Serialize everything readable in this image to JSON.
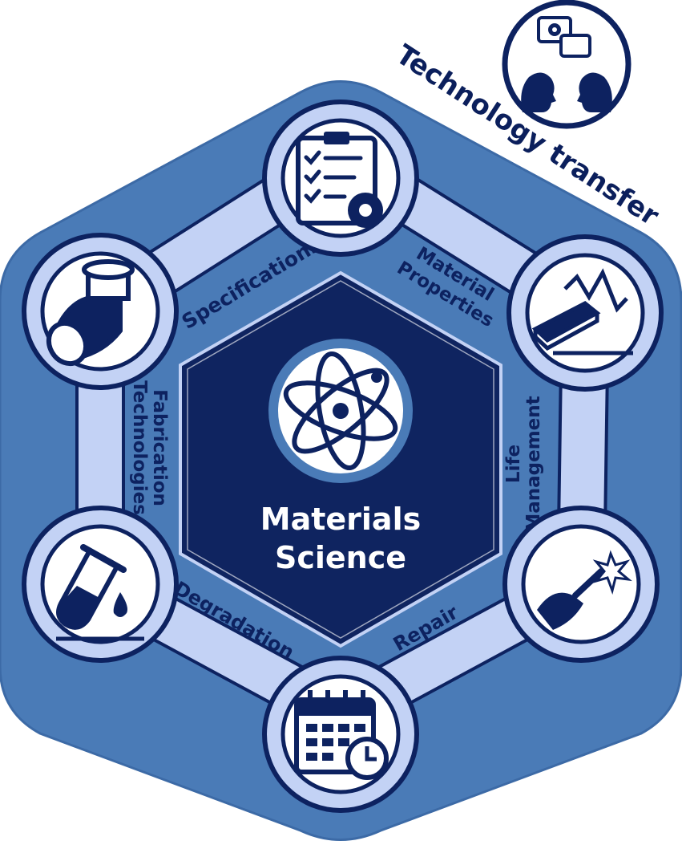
{
  "center": {
    "line1": "Materials",
    "line2": "Science",
    "icon": "atom-icon"
  },
  "nodes": [
    {
      "id": "specifications",
      "icon": "checklist-gear-icon"
    },
    {
      "id": "material-properties",
      "icon": "beam-stress-chart-icon"
    },
    {
      "id": "life-management",
      "icon": "welding-torch-icon"
    },
    {
      "id": "repair",
      "icon": "calendar-clock-icon"
    },
    {
      "id": "degradation",
      "icon": "test-tube-drip-icon"
    },
    {
      "id": "fabrication",
      "icon": "pipe-fitting-icon"
    }
  ],
  "connectors": {
    "specifications": "Specifications",
    "material_properties_1": "Material",
    "material_properties_2": "Properties",
    "life_management_1": "Life",
    "life_management_2": "Management",
    "repair": "Repair",
    "degradation": "Degradation",
    "fabrication_1": "Fabrication",
    "fabrication_2": "Technologies"
  },
  "tech_transfer": {
    "label": "Technology transfer",
    "icon": "people-talking-gear-icon"
  },
  "colors": {
    "outer": "#4a7bb7",
    "outer_edge": "#3c6aa6",
    "inner": "#0f2460",
    "band": "#c3d2f5",
    "band_edge": "#0d2260",
    "circle_ring": "#0d2260",
    "circle_fill": "#ffffff",
    "center_ring": "#4a7bb7"
  }
}
